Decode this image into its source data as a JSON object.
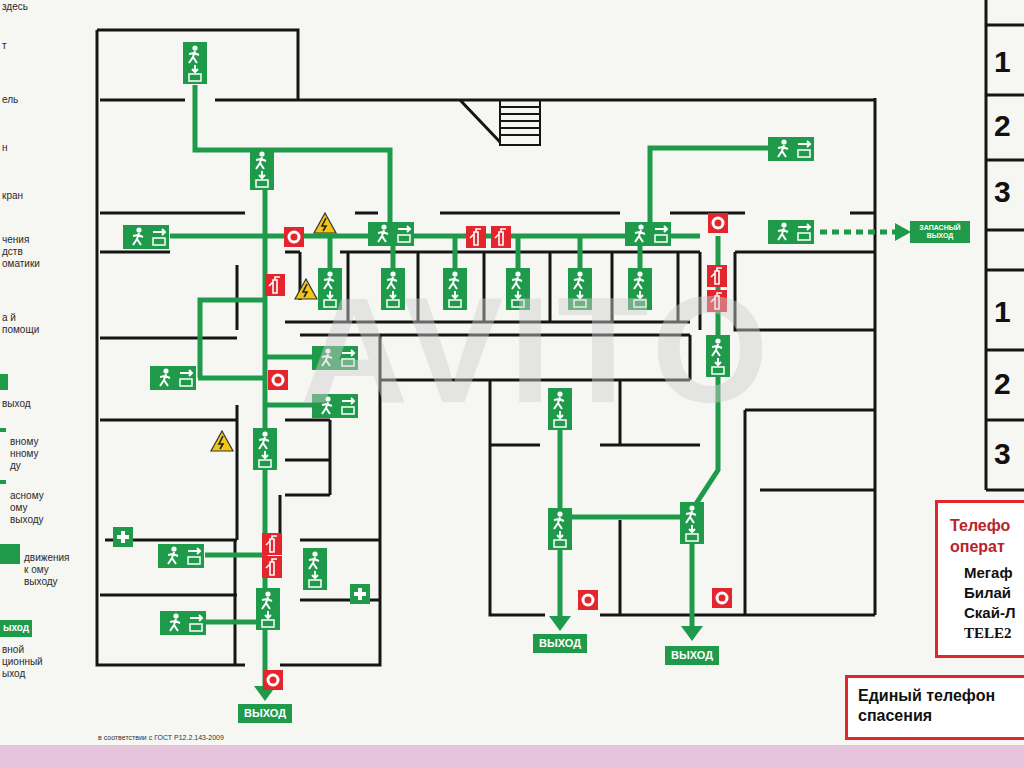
{
  "diagram": {
    "nodes": [
      {
        "text": [
          "ЗАПАСНЫЙ ВЫХОД"
        ]
      },
      {
        "text": [
          "Телефо операт",
          "Мегаф",
          "Билай",
          "Скай-Л",
          "TELE2"
        ]
      },
      {
        "text": [
          "ВЫХОД"
        ]
      },
      {
        "text": [
          "ВЫХОД"
        ]
      },
      {
        "text": [
          "Единый телефон спасения"
        ]
      },
      {
        "text": [
          "ВЫХОД"
        ]
      }
    ],
    "labels": [
      "1",
      "2",
      "3",
      "1",
      "2",
      "3",
      "ыход",
      "в соответствии с ГОСТ Р12.2.143-2009",
      "AVITO"
    ],
    "legend": [
      {
        "text": "здесь"
      },
      {
        "text": "т"
      },
      {
        "text": "ель"
      },
      {
        "text": "н"
      },
      {
        "text": "кран"
      },
      {
        "text": "чения дств оматики"
      },
      {
        "text": "а й помощи"
      },
      {
        "text": "выход"
      },
      {
        "text": "вному нному ду"
      },
      {
        "text": "асному ому выходу"
      },
      {
        "text": "движения к ому выходу"
      },
      {
        "text": "вной ционный ыход"
      }
    ]
  }
}
